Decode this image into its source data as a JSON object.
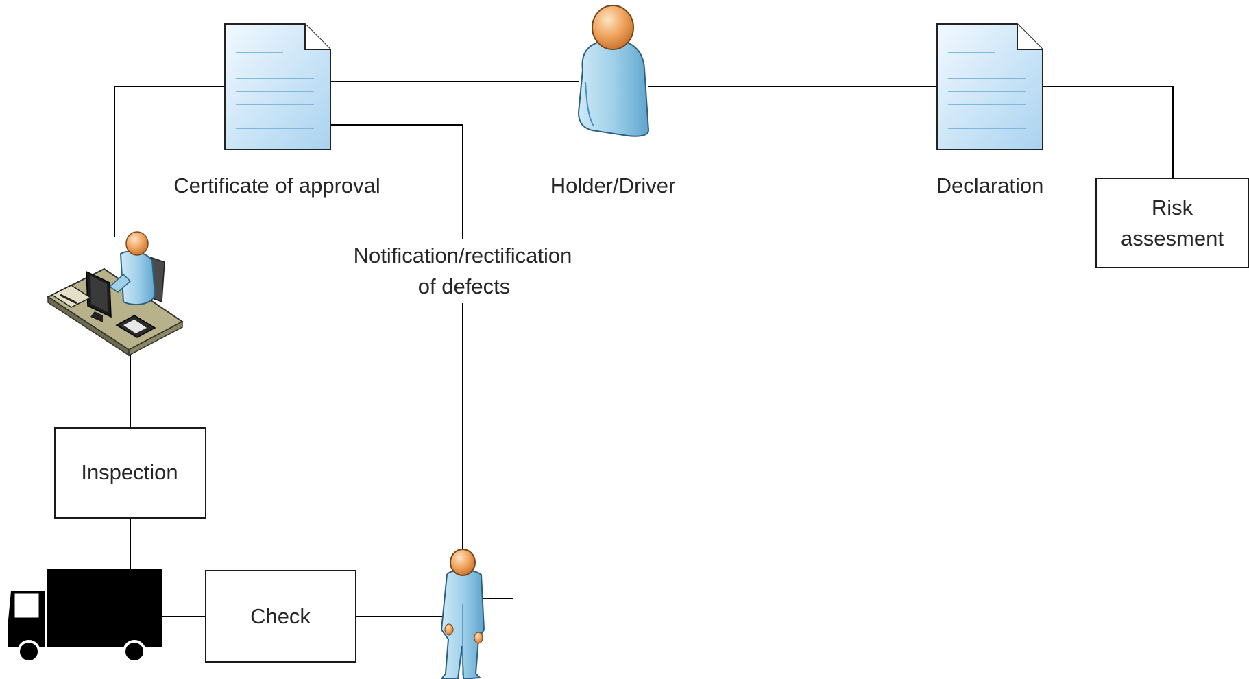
{
  "labels": {
    "certificate": "Certificate of approval",
    "holder_driver": "Holder/Driver",
    "declaration": "Declaration",
    "notification_line1": "Notification/rectification",
    "notification_line2": "of defects",
    "risk_line1": "Risk",
    "risk_line2": "assesment",
    "inspection": "Inspection",
    "check": "Check"
  },
  "icons": {
    "certificate": "document-icon",
    "declaration": "document-icon",
    "holder_driver": "person-icon",
    "inspector": "workstation-icon",
    "vehicle": "truck-icon",
    "checker": "standing-person-icon"
  },
  "colors": {
    "document_fill": "#cfe6f7",
    "person_body": "#9fd0ea",
    "person_head": "#f0a560",
    "line": "#000000"
  }
}
